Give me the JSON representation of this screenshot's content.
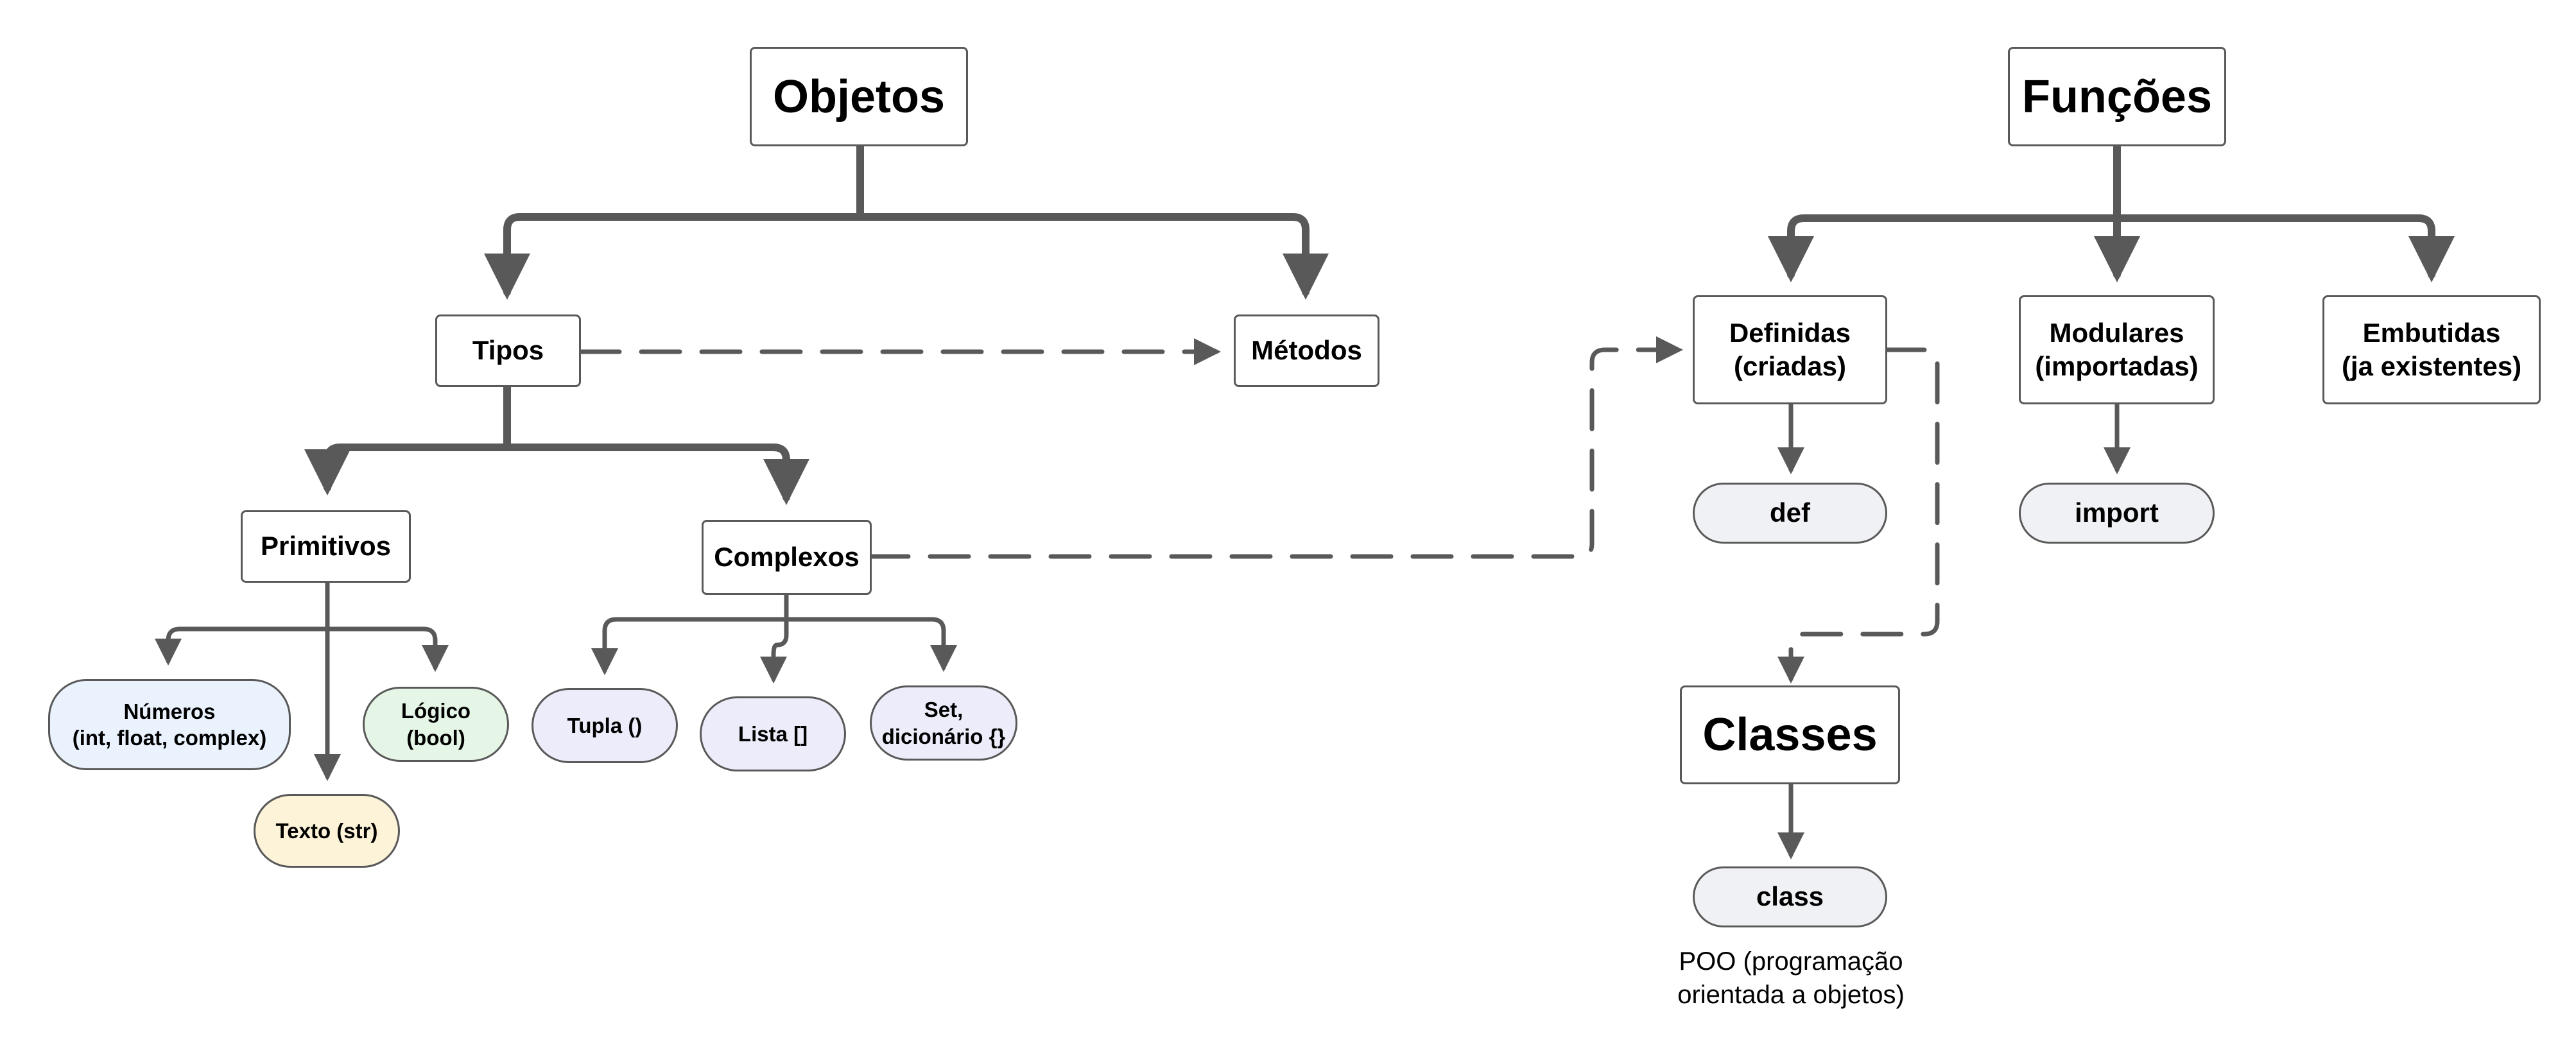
{
  "objects_branch": {
    "root": "Objetos",
    "tipos": "Tipos",
    "metodos": "Métodos",
    "primitivos": "Primitivos",
    "complexos": "Complexos",
    "numeros": "Números\n(int, float, complex)",
    "texto": "Texto (str)",
    "logico": "Lógico\n(bool)",
    "tupla": "Tupla ()",
    "lista": "Lista []",
    "set_dict": "Set,\ndicionário {}"
  },
  "functions_branch": {
    "root": "Funções",
    "definidas": "Definidas\n(criadas)",
    "modulares": "Modulares\n(importadas)",
    "embutidas": "Embutidas\n(ja existentes)",
    "def": "def",
    "import": "import",
    "classes": "Classes",
    "class": "class",
    "poo_note": "POO (programação\norientada a objetos)"
  },
  "colors": {
    "line": "#595959",
    "border": "#595959",
    "numeros_fill": "#e9f2fd",
    "logico_fill": "#e6f6e6",
    "texto_fill": "#fdf3d9",
    "complex_items_fill": "#ececfa",
    "keyword_fill": "#f0f1f4"
  }
}
